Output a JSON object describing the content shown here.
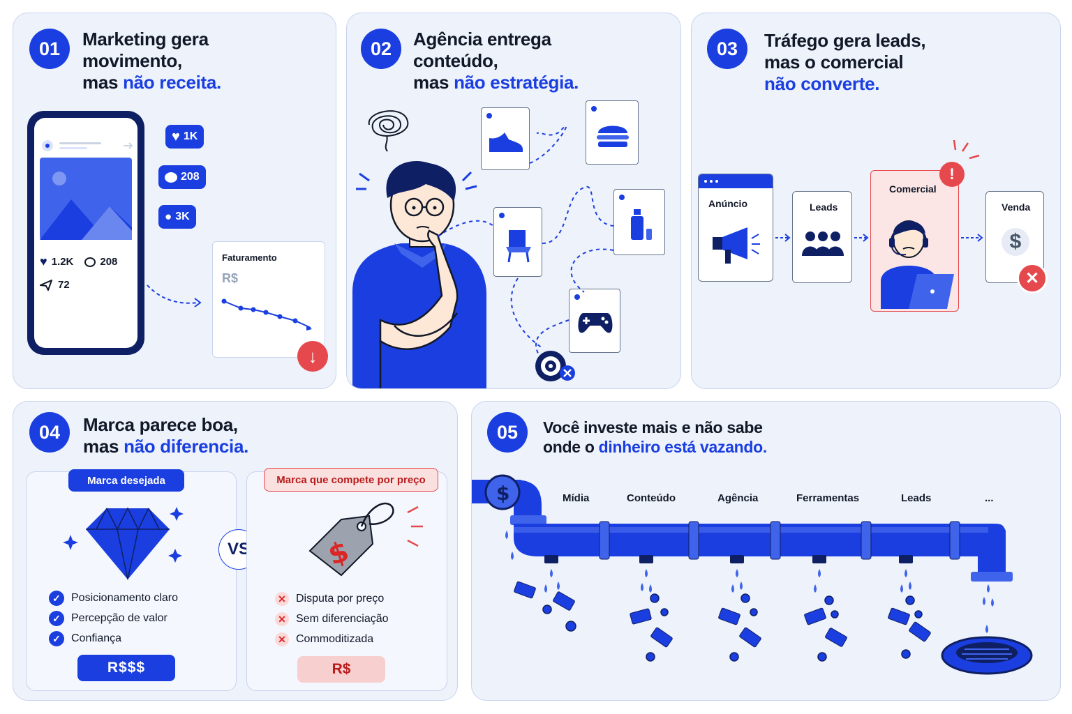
{
  "colors": {
    "accent": "#1a3ee0",
    "danger": "#e5484d",
    "panel": "#eef2fb"
  },
  "c1": {
    "num": "01",
    "title_1": "Marketing gera",
    "title_2": "movimento,",
    "title_3_pre": "mas ",
    "title_3_hl": "não receita.",
    "chip_likes": "1K",
    "chip_comments": "208",
    "chip_followers": "3K",
    "post_likes": "1.2K",
    "post_comments": "208",
    "post_shares": "72",
    "revenue_label": "Faturamento",
    "revenue_currency": "R$"
  },
  "c2": {
    "num": "02",
    "title_1": "Agência entrega",
    "title_2": "conteúdo,",
    "title_3_pre": "mas ",
    "title_3_hl": "não estratégia."
  },
  "c3": {
    "num": "03",
    "title_1": "Tráfego gera leads,",
    "title_2": "mas o comercial",
    "title_3_hl": "não converte.",
    "step_ad": "Anúncio",
    "step_leads": "Leads",
    "step_sales": "Comercial",
    "step_sale": "Venda"
  },
  "c4": {
    "num": "04",
    "title_1": "Marca parece boa,",
    "title_2_pre": "mas ",
    "title_2_hl": "não diferencia.",
    "left_tag": "Marca desejada",
    "left_items": [
      "Posicionamento claro",
      "Percepção de valor",
      "Confiança"
    ],
    "left_price": "R$$$",
    "vs": "VS",
    "right_tag": "Marca que compete por preço",
    "right_items": [
      "Disputa por preço",
      "Sem diferenciação",
      "Commoditizada"
    ],
    "right_price": "R$"
  },
  "c5": {
    "num": "05",
    "title_1": "Você investe mais e não sabe",
    "title_2_pre": "onde o ",
    "title_2_hl": "dinheiro está vazando.",
    "leaks": [
      "Mídia",
      "Conteúdo",
      "Agência",
      "Ferramentas",
      "Leads",
      "..."
    ]
  }
}
